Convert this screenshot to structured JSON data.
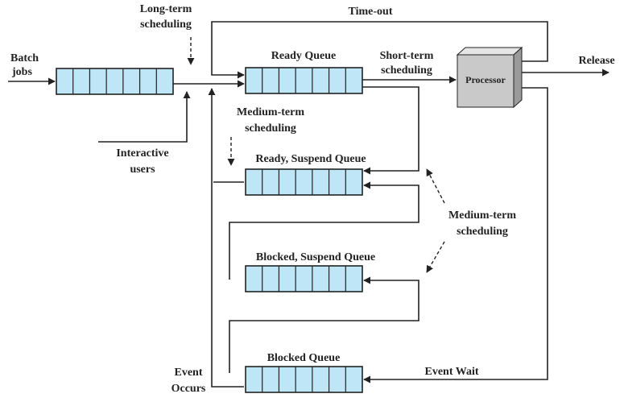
{
  "colors": {
    "queue_fill": "#bfe6f6",
    "line": "#222222",
    "processor_front": "#c9c9c9",
    "processor_top": "#e6e6e6",
    "processor_side": "#9a9a9a",
    "background": "#ffffff"
  },
  "labels": {
    "batch_line1": "Batch",
    "batch_line2": "jobs",
    "long_term_line1": "Long-term",
    "long_term_line2": "scheduling",
    "time_out": "Time-out",
    "ready_queue": "Ready Queue",
    "short_term_line1": "Short-term",
    "short_term_line2": "scheduling",
    "processor": "Processor",
    "release": "Release",
    "medium_term_top_line1": "Medium-term",
    "medium_term_top_line2": "scheduling",
    "interactive_line1": "Interactive",
    "interactive_line2": "users",
    "ready_suspend_queue": "Ready, Suspend Queue",
    "medium_term_right_line1": "Medium-term",
    "medium_term_right_line2": "scheduling",
    "blocked_suspend_queue": "Blocked, Suspend Queue",
    "blocked_queue": "Blocked Queue",
    "event_wait": "Event Wait",
    "event_occurs_line1": "Event",
    "event_occurs_line2": "Occurs"
  }
}
